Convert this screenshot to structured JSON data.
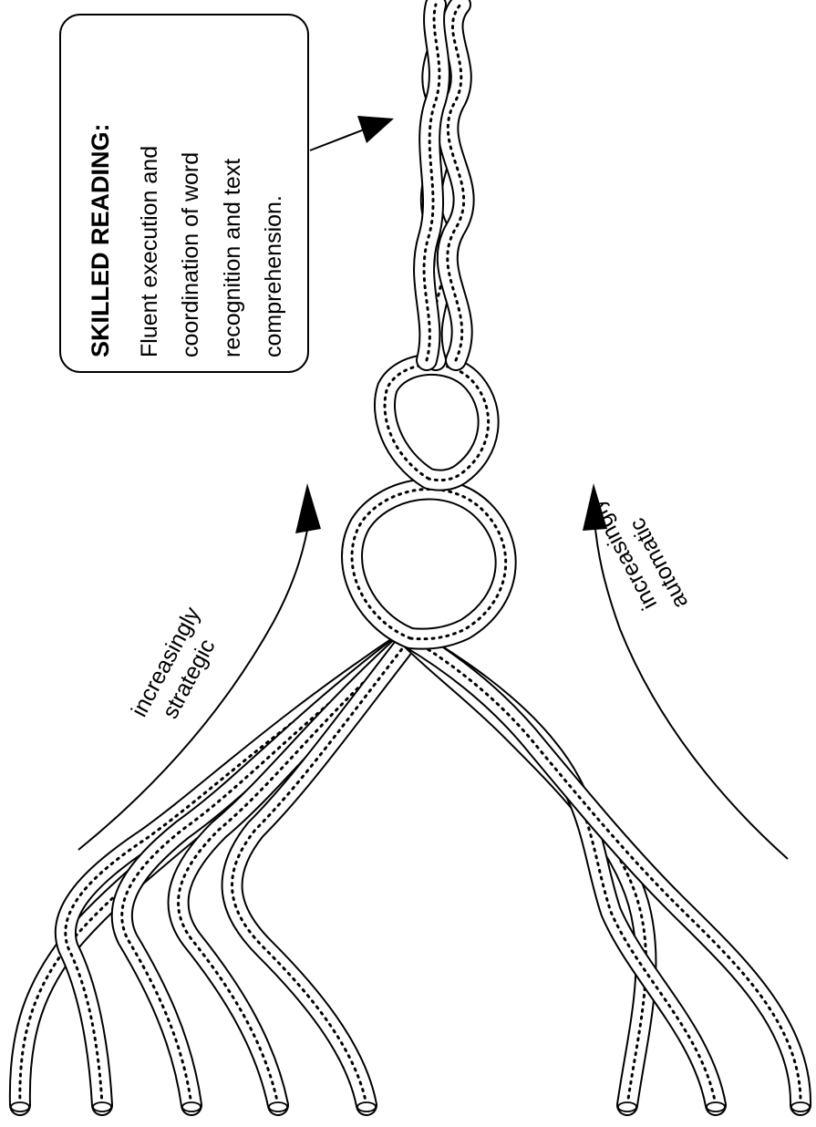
{
  "callout": {
    "title": "SKILLED READING:",
    "lines": [
      "Fluent execution and",
      "coordination of word",
      "recognition and text",
      "comprehension."
    ]
  },
  "arcs": {
    "left": {
      "lines": [
        "increasingly",
        "strategic"
      ]
    },
    "right": {
      "lines": [
        "increasingly",
        "automatic"
      ]
    }
  }
}
